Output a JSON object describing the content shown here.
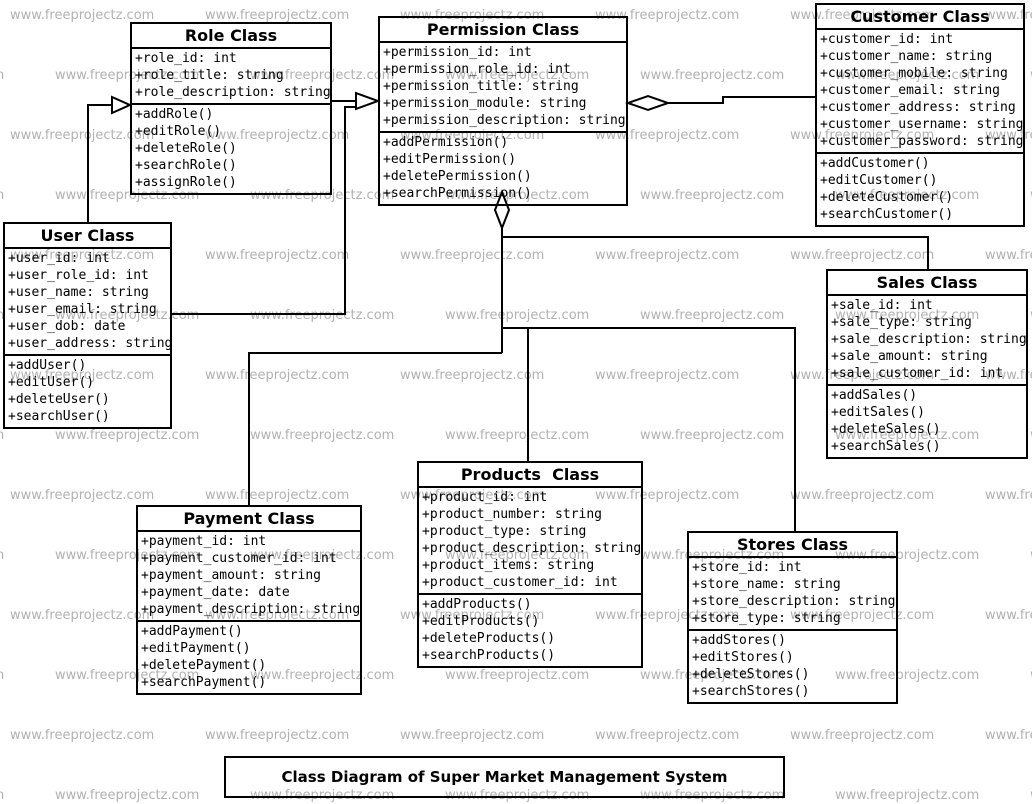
{
  "watermark": {
    "text": "www.freeprojectz.com"
  },
  "footer": {
    "title": "Class Diagram of Super Market Management System"
  },
  "classes": [
    {
      "id": "role",
      "title": "Role Class",
      "attributes": [
        "+role_id: int",
        "+role_title: string",
        "+role_description: string"
      ],
      "methods": [
        "+addRole()",
        "+editRole()",
        "+deleteRole()",
        "+searchRole()",
        "+assignRole()"
      ]
    },
    {
      "id": "permission",
      "title": "Permission Class",
      "attributes": [
        "+permission_id: int",
        "+permission_role_id: int",
        "+permission_title: string",
        "+permission_module: string",
        "+permission_description: string"
      ],
      "methods": [
        "+addPermission()",
        "+editPermission()",
        "+deletePermission()",
        "+searchPermission()"
      ]
    },
    {
      "id": "customer",
      "title": "Customer Class",
      "attributes": [
        "+customer_id: int",
        "+customer_name: string",
        "+customer_mobile: string",
        "+customer_email: string",
        "+customer_address: string",
        "+customer_username: string",
        "+customer_password: string"
      ],
      "methods": [
        "+addCustomer()",
        "+editCustomer()",
        "+deleteCustomer()",
        "+searchCustomer()"
      ]
    },
    {
      "id": "user",
      "title": "User Class",
      "attributes": [
        "+user_id: int",
        "+user_role_id: int",
        "+user_name: string",
        "+user_email: string",
        "+user_dob: date",
        "+user_address: string"
      ],
      "methods": [
        "+addUser()",
        "+editUser()",
        "+deleteUser()",
        "+searchUser()"
      ]
    },
    {
      "id": "sales",
      "title": "Sales Class",
      "attributes": [
        "+sale_id: int",
        "+sale_type: string",
        "+sale_description: string",
        "+sale_amount: string",
        "+sale_customer_id: int"
      ],
      "methods": [
        "+addSales()",
        "+editSales()",
        "+deleteSales()",
        "+searchSales()"
      ]
    },
    {
      "id": "products",
      "title": "Products  Class",
      "attributes": [
        "+product_id: int",
        "+product_number: string",
        "+product_type: string",
        "+product_description: string",
        "+product_items: string",
        "+product_customer_id: int"
      ],
      "methods": [
        "+addProducts()",
        "+editProducts()",
        "+deleteProducts()",
        "+searchProducts()"
      ]
    },
    {
      "id": "payment",
      "title": "Payment Class",
      "attributes": [
        "+payment_id: int",
        "+payment_customer_id: int",
        "+payment_amount: string",
        "+payment_date: date",
        "+payment_description: string"
      ],
      "methods": [
        "+addPayment()",
        "+editPayment()",
        "+deletePayment()",
        "+searchPayment()"
      ]
    },
    {
      "id": "stores",
      "title": "Stores Class",
      "attributes": [
        "+store_id: int",
        "+store_name: string",
        "+store_description: string",
        "+store_type: string"
      ],
      "methods": [
        "+addStores()",
        "+editStores()",
        "+deleteStores()",
        "+searchStores()"
      ]
    }
  ],
  "relationships": [
    {
      "from": "User Class",
      "to": "Role Class",
      "type": "generalization"
    },
    {
      "from": "Role Class",
      "to": "Permission Class",
      "type": "generalization"
    },
    {
      "from": "User Class",
      "to": "Permission Class",
      "type": "generalization"
    },
    {
      "from": "Customer Class",
      "to": "Permission Class",
      "type": "aggregation"
    },
    {
      "from": "Sales Class",
      "to": "Permission Class",
      "type": "aggregation"
    },
    {
      "from": "Products Class",
      "to": "Permission Class",
      "type": "aggregation"
    },
    {
      "from": "Stores Class",
      "to": "Permission Class",
      "type": "aggregation"
    },
    {
      "from": "Payment Class",
      "to": "Permission Class",
      "type": "aggregation"
    }
  ]
}
